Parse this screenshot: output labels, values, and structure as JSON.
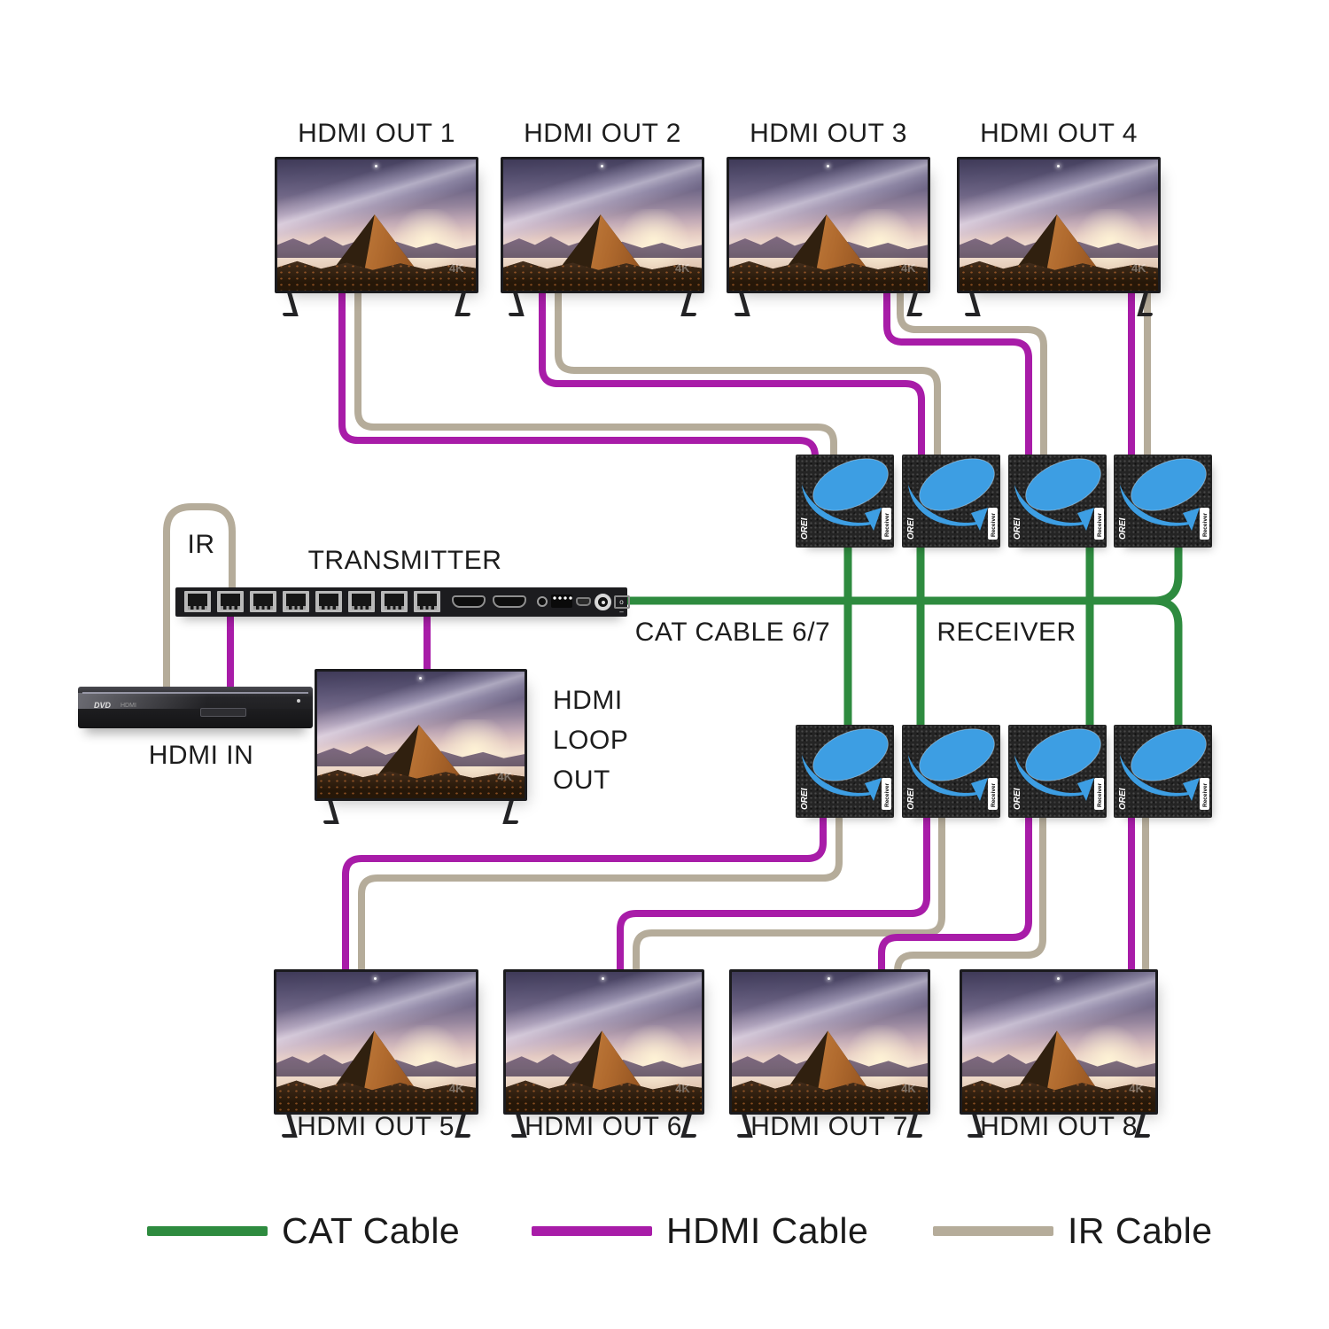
{
  "colors": {
    "cat": "#2e8b3f",
    "hdmi": "#a81ca8",
    "ir": "#b5ac9a"
  },
  "top_tvs": [
    {
      "label": "HDMI OUT 1"
    },
    {
      "label": "HDMI OUT 2"
    },
    {
      "label": "HDMI OUT 3"
    },
    {
      "label": "HDMI OUT 4"
    }
  ],
  "bottom_tvs": [
    {
      "label": "HDMI OUT 5"
    },
    {
      "label": "HDMI OUT 6"
    },
    {
      "label": "HDMI OUT 7"
    },
    {
      "label": "HDMI OUT 8"
    }
  ],
  "tv": {
    "watermark": "4K"
  },
  "source": {
    "label": "HDMI IN",
    "logo": "DVD",
    "logo_sub": "HDMI"
  },
  "transmitter": {
    "label": "TRANSMITTER",
    "ir_label": "IR",
    "loop_label": "HDMI\nLOOP\nOUT",
    "power_marks": "o –"
  },
  "links": {
    "cat_label": "CAT CABLE 6/7",
    "receiver_label": "RECEIVER"
  },
  "receiver": {
    "brand": "OREI",
    "tag": "Receiver"
  },
  "legend": [
    {
      "label": "CAT Cable"
    },
    {
      "label": "HDMI Cable"
    },
    {
      "label": "IR Cable"
    }
  ]
}
